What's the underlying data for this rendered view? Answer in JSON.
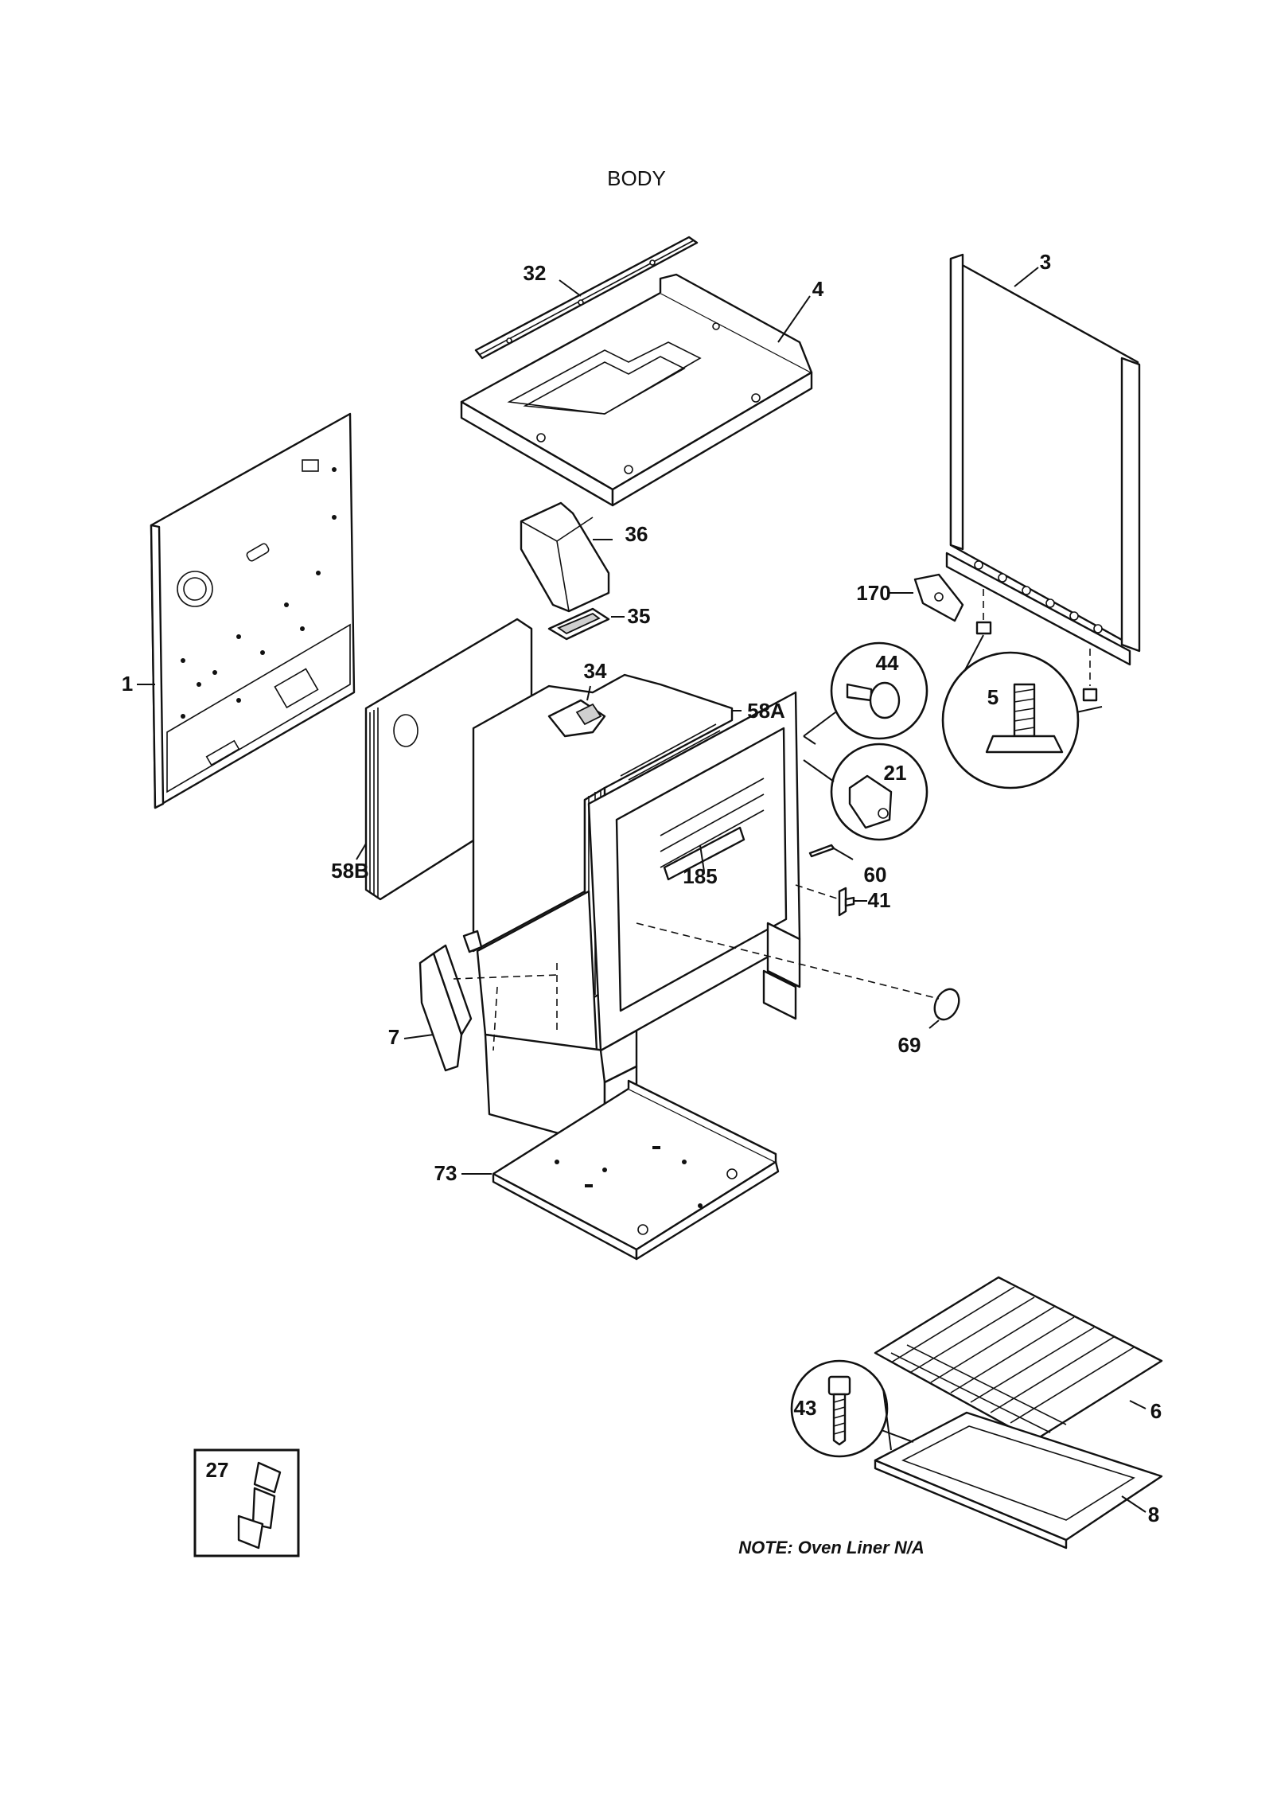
{
  "title": "BODY",
  "note": "NOTE: Oven Liner N/A",
  "parts": {
    "p1": "1",
    "p3": "3",
    "p4": "4",
    "p5": "5",
    "p6": "6",
    "p7": "7",
    "p8": "8",
    "p21": "21",
    "p27": "27",
    "p32": "32",
    "p34": "34",
    "p35": "35",
    "p36": "36",
    "p41": "41",
    "p43": "43",
    "p44": "44",
    "p58a": "58A",
    "p58b": "58B",
    "p60": "60",
    "p69": "69",
    "p73": "73",
    "p170": "170",
    "p185": "185"
  }
}
